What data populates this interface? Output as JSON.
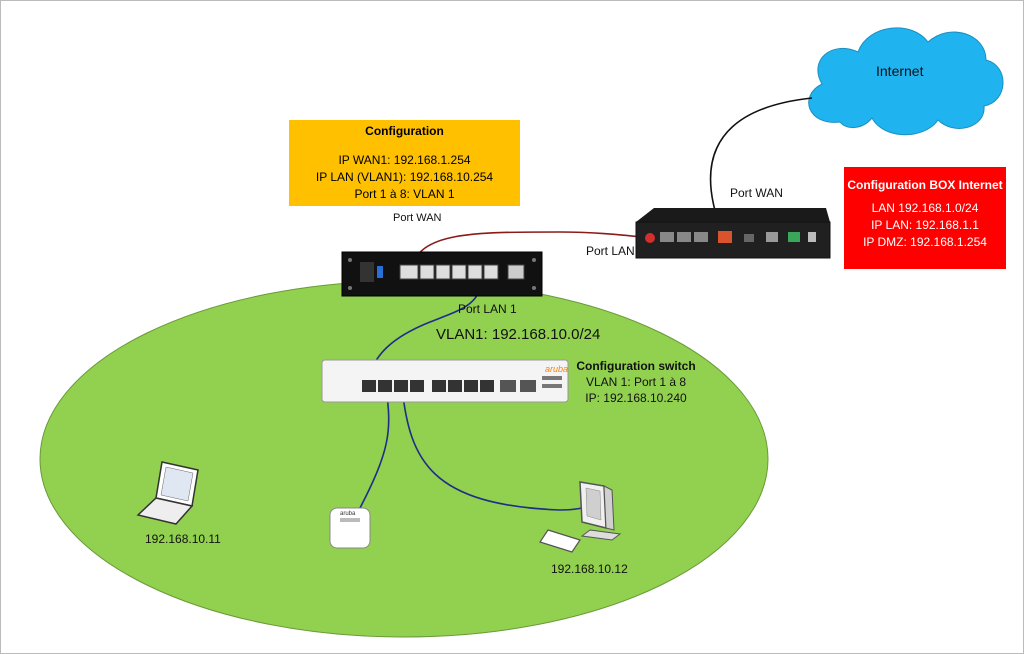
{
  "internet": {
    "label": "Internet"
  },
  "router_config": {
    "title": "Configuration",
    "lines": [
      "IP WAN1: 192.168.1.254",
      "IP LAN (VLAN1): 192.168.10.254",
      "Port 1 à 8: VLAN 1"
    ]
  },
  "box_config": {
    "title": "Configuration BOX Internet",
    "lines": [
      "LAN 192.168.1.0/24",
      "IP LAN: 192.168.1.1",
      "IP DMZ: 192.168.1.254"
    ]
  },
  "switch_config": {
    "title": "Configuration switch",
    "lines": [
      "VLAN 1: Port 1 à 8",
      "IP: 192.168.10.240"
    ]
  },
  "ports": {
    "router_wan": "Port WAN",
    "box_wan": "Port WAN",
    "box_lan": "Port LAN",
    "router_lan1": "Port LAN 1"
  },
  "vlan_label": "VLAN1: 192.168.10.0/24",
  "devices": {
    "laptop_ip": "192.168.10.11",
    "desktop_ip": "192.168.10.12",
    "switch_brand": "aruba",
    "ap_brand": "aruba"
  },
  "colors": {
    "cloud": "#1fb4f0",
    "lan_zone": "#92d050",
    "router_config_bg": "#ffc000",
    "box_config_bg": "#ff0000",
    "cable_blue": "#1f2d8a",
    "cable_red": "#8b1a1a",
    "brand_orange": "#ff8300"
  }
}
